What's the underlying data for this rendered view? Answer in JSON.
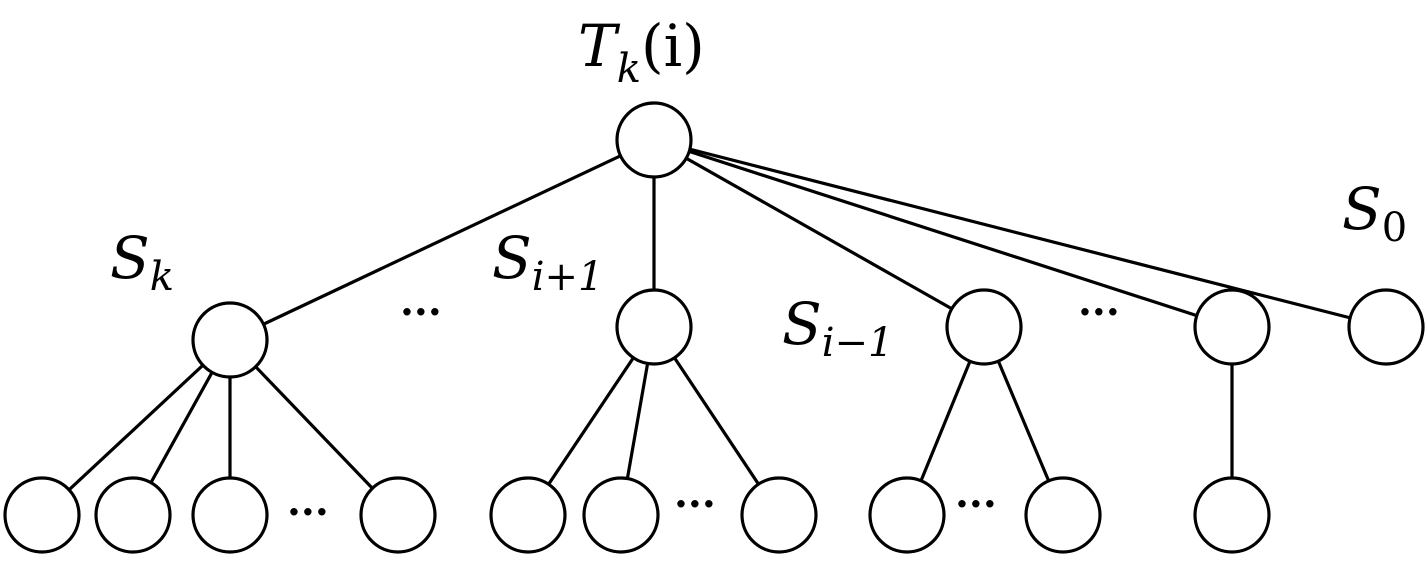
{
  "diagram": {
    "root_label": {
      "base": "T",
      "sub": "k",
      "arg": "(i)"
    },
    "subtree_labels": [
      {
        "id": "s-k",
        "base": "S",
        "sub": "k"
      },
      {
        "id": "s-i-plus-1",
        "base": "S",
        "sub": "i+1"
      },
      {
        "id": "s-i-minus-1",
        "base": "S",
        "sub": "i−1"
      },
      {
        "id": "s-0",
        "base": "S",
        "sub": "0"
      }
    ],
    "ellipsis": "···"
  }
}
